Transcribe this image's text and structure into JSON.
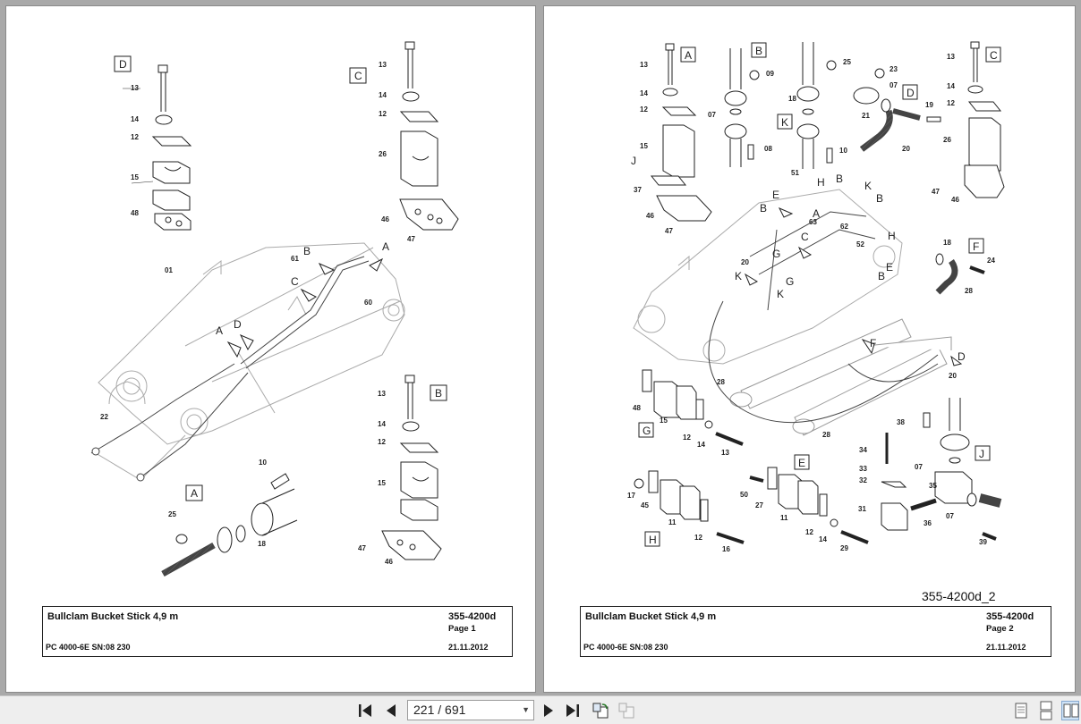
{
  "viewer": {
    "current_page": "221",
    "total_pages": "691",
    "page_indicator": "221 / 691",
    "icons": [
      "first-page-icon",
      "previous-page-icon",
      "next-page-icon",
      "last-page-icon",
      "rotate-icon",
      "rotate-disabled-icon",
      "single-page-view-icon",
      "continuous-view-icon",
      "two-page-view-icon"
    ]
  },
  "page1": {
    "title": "Bullclam Bucket Stick 4,9 m",
    "part_number": "355-4200d",
    "page_label": "Page 1",
    "machine": "PC 4000-6E SN:08 230",
    "date": "21.11.2012",
    "callouts": {
      "box_letters": [
        "D",
        "C",
        "A",
        "B"
      ],
      "view_letters": [
        "B",
        "A",
        "C",
        "A",
        "D"
      ],
      "numbers": [
        "13",
        "14",
        "12",
        "15",
        "48",
        "13",
        "14",
        "12",
        "26",
        "46",
        "47",
        "01",
        "61",
        "60",
        "22",
        "10",
        "25",
        "18",
        "13",
        "14",
        "12",
        "15",
        "47",
        "46"
      ]
    }
  },
  "page2": {
    "title": "Bullclam Bucket Stick 4,9 m",
    "part_number": "355-4200d",
    "page_label": "Page 2",
    "machine": "PC 4000-6E SN:08 230",
    "date": "21.11.2012",
    "sheet_ref": "355-4200d_2",
    "callouts": {
      "box_letters": [
        "A",
        "B",
        "K",
        "D",
        "C",
        "F",
        "G",
        "E",
        "H",
        "J"
      ],
      "view_letters": [
        "J",
        "E",
        "B",
        "H",
        "B",
        "K",
        "B",
        "A",
        "C",
        "H",
        "G",
        "K",
        "K",
        "G",
        "E",
        "B",
        "F",
        "D"
      ],
      "numbers": [
        "13",
        "14",
        "12",
        "15",
        "37",
        "46",
        "47",
        "09",
        "07",
        "08",
        "25",
        "18",
        "10",
        "23",
        "07",
        "21",
        "19",
        "20",
        "13",
        "14",
        "12",
        "26",
        "47",
        "46",
        "51",
        "63",
        "62",
        "52",
        "20",
        "18",
        "24",
        "28",
        "28",
        "20",
        "28",
        "48",
        "15",
        "12",
        "14",
        "13",
        "38",
        "34",
        "33",
        "32",
        "35",
        "31",
        "07",
        "36",
        "07",
        "39",
        "17",
        "45",
        "11",
        "12",
        "16",
        "50",
        "27",
        "11",
        "12",
        "14",
        "29"
      ]
    }
  }
}
